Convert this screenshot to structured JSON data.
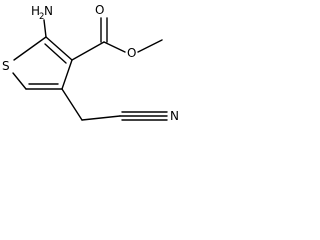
{
  "atoms": {
    "amino_n": "H",
    "amino_h2_main": "H",
    "amino_h2_sub": "2",
    "amino_n_letter": "N",
    "ring_s": "S",
    "carbonyl_o": "O",
    "ester_o": "O",
    "nitrile_n": "N"
  },
  "colors": {
    "bond": "#000000",
    "background": "#ffffff"
  }
}
